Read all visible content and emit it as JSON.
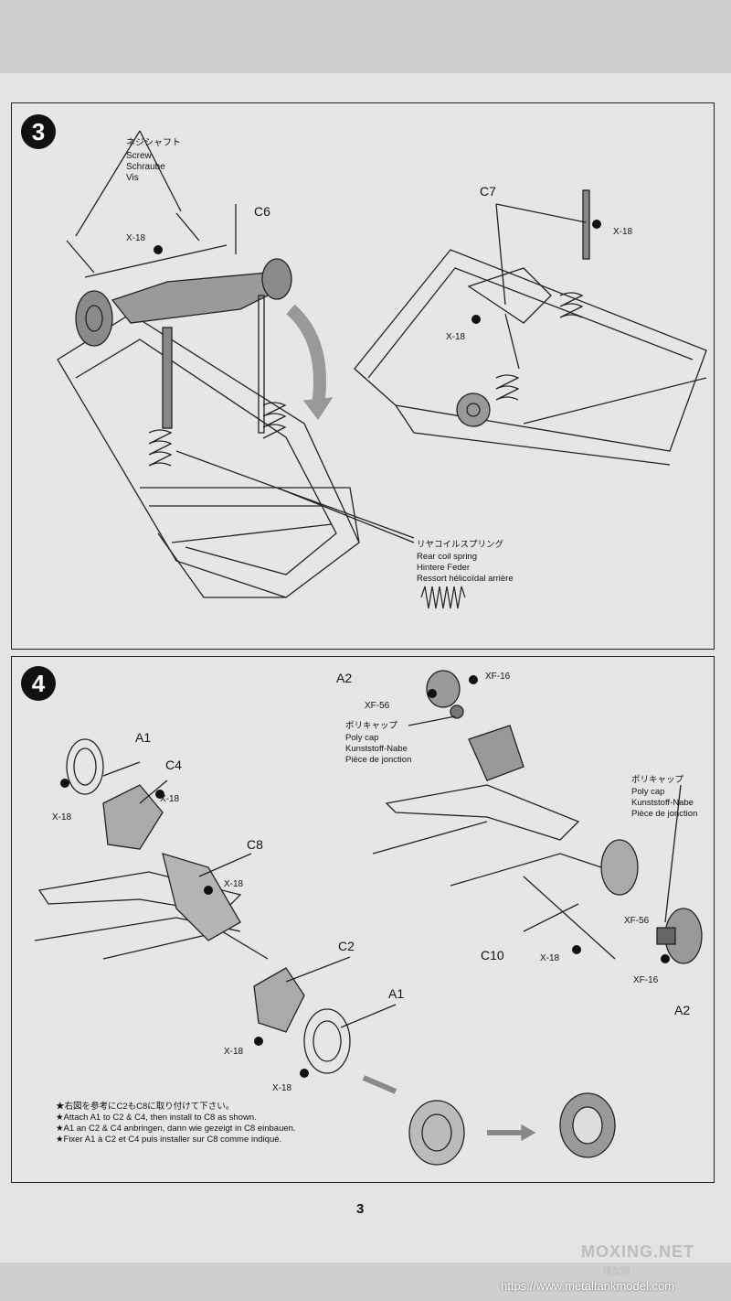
{
  "step3": {
    "number": "3",
    "screw": {
      "jp": "ネジシャフト",
      "en": "Screw",
      "de": "Schraube",
      "fr": "Vis"
    },
    "parts": {
      "c6": "C6",
      "c7": "C7",
      "x18_left": "X-18",
      "x18_right_top": "X-18",
      "x18_right_mid": "X-18"
    },
    "spring": {
      "jp": "リヤコイルスプリング",
      "en": "Rear coil spring",
      "de": "Hintere Feder",
      "fr": "Ressort hélicoïdal arrière"
    }
  },
  "step4": {
    "number": "4",
    "parts": {
      "a2_top": "A2",
      "xf16_top": "XF-16",
      "xf56_top": "XF-56",
      "a1_top": "A1",
      "c4": "C4",
      "x18_a": "X-18",
      "x18_b": "X-18",
      "c8": "C8",
      "x18_c": "X-18",
      "c2": "C2",
      "a1_bottom": "A1",
      "x18_d": "X-18",
      "x18_e": "X-18",
      "c10": "C10",
      "x18_f": "X-18",
      "xf56_right": "XF-56",
      "xf16_right": "XF-16",
      "a2_right": "A2"
    },
    "polycap_left": {
      "jp": "ポリキャップ",
      "en": "Poly cap",
      "de": "Kunststoff-Nabe",
      "fr": "Pièce de jonction"
    },
    "polycap_right": {
      "jp": "ポリキャップ",
      "en": "Poly cap",
      "de": "Kunststoff-Nabe",
      "fr": "Pièce de jonction"
    },
    "instructions": {
      "jp": "★右図を参考にC2もC8に取り付けて下さい。",
      "en": "★Attach A1 to C2 & C4, then install to C8 as shown.",
      "de": "★A1 an C2 & C4 anbringen, dann wie gezeigt in C8 einbauen.",
      "fr": "★Fixer A1 à C2 et C4 puis installer sur C8 comme indiqué."
    }
  },
  "page_number": "3",
  "watermark": {
    "brand": "MOXING.NET",
    "brand_cn": "模型网",
    "url": "https://www.metaltankmodel.com"
  }
}
